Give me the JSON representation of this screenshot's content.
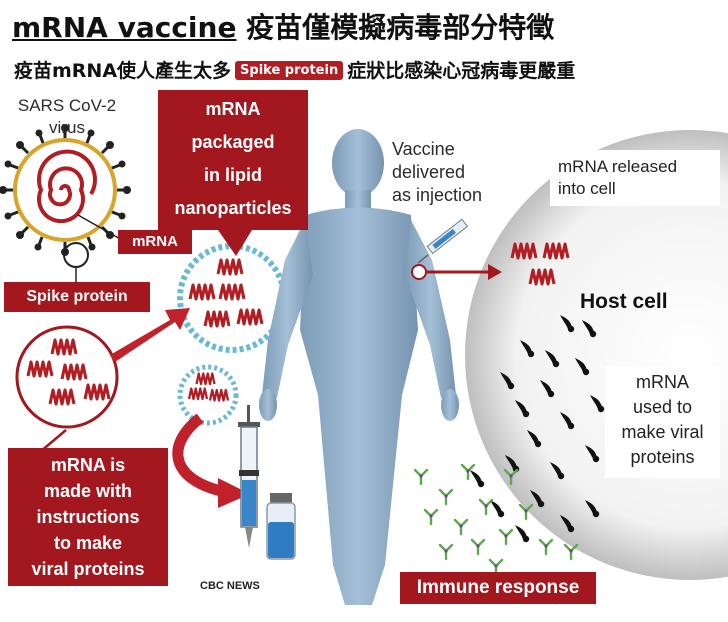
{
  "header": {
    "title_en": "mRNA vaccine",
    "title_zh": "疫苗僅模擬病毒部分特徵",
    "subtitle_part1": "疫苗mRNA使人產生太多",
    "subtitle_badge": "Spike protein",
    "subtitle_part2": "症狀比感染心冠病毒更嚴重"
  },
  "virus": {
    "label_line1": "SARS CoV-2",
    "label_line2": "virus",
    "mrna_tag": "mRNA",
    "spike_tag": "Spike protein"
  },
  "packaged_box": {
    "line1": "mRNA",
    "line2": "packaged",
    "line3": "in  lipid",
    "line4": "nanoparticles"
  },
  "made_box": {
    "line1": "mRNA is",
    "line2": "made with",
    "line3": "instructions",
    "line4": "to make",
    "line5": "viral proteins"
  },
  "vaccine_label": {
    "line1": "Vaccine",
    "line2": "delivered",
    "line3": "as injection"
  },
  "cell": {
    "released_line1": "mRNA released",
    "released_line2": "into cell",
    "host_label": "Host cell",
    "used_line1": "mRNA",
    "used_line2": "used  to",
    "used_line3": "make viral",
    "used_line4": "proteins"
  },
  "immune_label": "Immune response",
  "credit": "CBC NEWS",
  "colors": {
    "accent_red": "#a3181e",
    "body_blue": "#8aa9c4",
    "nanoparticle_blue": "#6ab8d6",
    "antibody_green": "#5aaa4a"
  }
}
